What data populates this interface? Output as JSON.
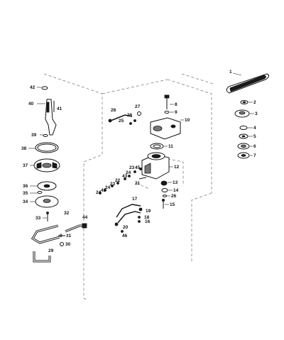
{
  "diagram": {
    "callouts": [
      {
        "id": "c1",
        "text": "1"
      },
      {
        "id": "c2",
        "text": "2"
      },
      {
        "id": "c3",
        "text": "3"
      },
      {
        "id": "c4",
        "text": "4"
      },
      {
        "id": "c5",
        "text": "5"
      },
      {
        "id": "c6",
        "text": "6"
      },
      {
        "id": "c7",
        "text": "7"
      },
      {
        "id": "c8",
        "text": "8"
      },
      {
        "id": "c9",
        "text": "9"
      },
      {
        "id": "c10",
        "text": "10"
      },
      {
        "id": "c11",
        "text": "11"
      },
      {
        "id": "c12",
        "text": "12"
      },
      {
        "id": "c13",
        "text": "13"
      },
      {
        "id": "c14",
        "text": "14"
      },
      {
        "id": "c26a",
        "text": "26"
      },
      {
        "id": "c15",
        "text": "15"
      },
      {
        "id": "c16",
        "text": "16"
      },
      {
        "id": "c17",
        "text": "17"
      },
      {
        "id": "c18",
        "text": "18"
      },
      {
        "id": "c19",
        "text": "19"
      },
      {
        "id": "c20",
        "text": "20"
      },
      {
        "id": "c21",
        "text": "21"
      },
      {
        "id": "c22",
        "text": "22"
      },
      {
        "id": "c23a",
        "text": "23"
      },
      {
        "id": "c23b",
        "text": "23"
      },
      {
        "id": "c24a",
        "text": "24"
      },
      {
        "id": "c24b",
        "text": "24"
      },
      {
        "id": "c24c",
        "text": "24"
      },
      {
        "id": "c25",
        "text": "25"
      },
      {
        "id": "c26b",
        "text": "26"
      },
      {
        "id": "c27",
        "text": "27"
      },
      {
        "id": "c28",
        "text": "28"
      },
      {
        "id": "c29",
        "text": "29"
      },
      {
        "id": "c30",
        "text": "30"
      },
      {
        "id": "c31",
        "text": "31"
      },
      {
        "id": "c32",
        "text": "32"
      },
      {
        "id": "c33",
        "text": "33"
      },
      {
        "id": "c34",
        "text": "34"
      },
      {
        "id": "c35",
        "text": "35"
      },
      {
        "id": "c36",
        "text": "36"
      },
      {
        "id": "c37",
        "text": "37"
      },
      {
        "id": "c38",
        "text": "38"
      },
      {
        "id": "c39",
        "text": "39"
      },
      {
        "id": "c40",
        "text": "40"
      },
      {
        "id": "c41",
        "text": "41"
      },
      {
        "id": "c42",
        "text": "42"
      },
      {
        "id": "c43a",
        "text": "43"
      },
      {
        "id": "c43b",
        "text": "43"
      },
      {
        "id": "c44",
        "text": "44"
      },
      {
        "id": "c45",
        "text": "45"
      },
      {
        "id": "c46",
        "text": "46"
      },
      {
        "id": "c8b",
        "text": "8"
      }
    ]
  }
}
